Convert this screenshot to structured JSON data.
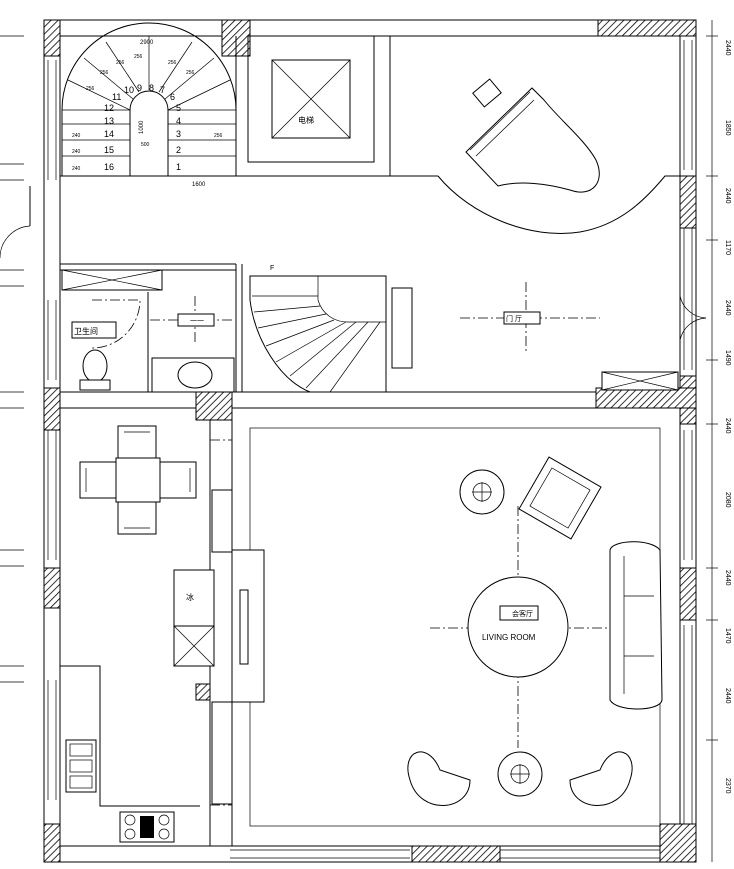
{
  "floor_plan": {
    "labels": {
      "elevator": "电梯",
      "powder_room": "卫生间",
      "utility": "一一",
      "foyer": "门  厅",
      "living_room_cn": "会客厅",
      "living_room_en": "LIVING ROOM",
      "fridge": "冰",
      "stair_mark": "F"
    },
    "dimensions_right": [
      "2440",
      "1850",
      "2440",
      "1170",
      "2440",
      "1490",
      "2440",
      "2080",
      "2440",
      "1470",
      "2440",
      "2370"
    ],
    "stair_dims": {
      "top_width": "2900",
      "center": "1000",
      "landing": "500",
      "bottom": "1600"
    },
    "stair_steps_left": [
      "12",
      "13",
      "14",
      "15",
      "16"
    ],
    "stair_steps_right": [
      "5",
      "4",
      "3",
      "2",
      "1"
    ],
    "stair_steps_arc": [
      "11",
      "10",
      "9",
      "8",
      "7",
      "6"
    ],
    "stair_tread_marks": [
      "240",
      "240",
      "240",
      "256",
      "256",
      "256",
      "256",
      "256",
      "256",
      "256"
    ]
  }
}
